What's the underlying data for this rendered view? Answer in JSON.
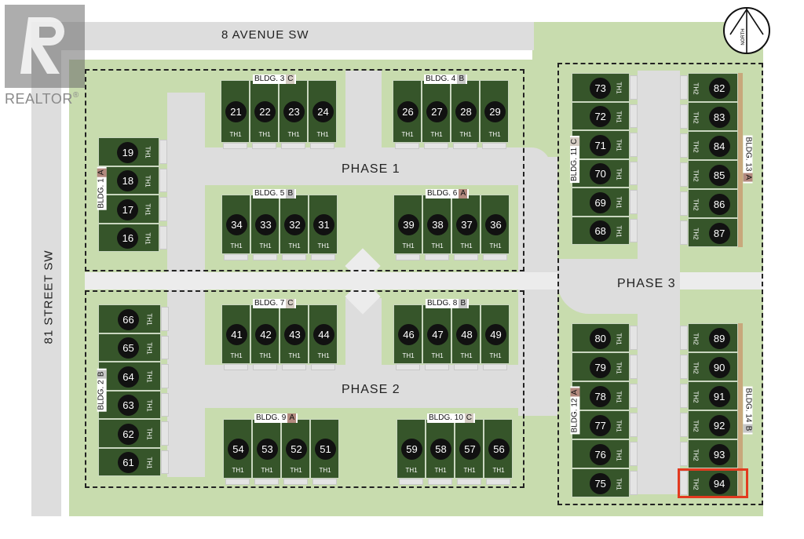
{
  "watermark": {
    "text": "REALTOR",
    "mark": "®"
  },
  "streets": {
    "north": "8 AVENUE SW",
    "west": "81 STREET SW"
  },
  "compass": {
    "label": "NORTH",
    "icon": "north-arrow-icon"
  },
  "phases": [
    "PHASE 1",
    "PHASE 2",
    "PHASE 3"
  ],
  "colors": {
    "unit": "#36552a",
    "grass": "#c8dcae",
    "road": "#dddddd",
    "highlight": "#e23a1f",
    "tag_A": "#b2897e",
    "tag_B": "#c7c7c7",
    "tag_C": "#d5ccc3"
  },
  "highlighted_unit": "94",
  "buildings": [
    {
      "id": "b3",
      "name": "BLDG. 3",
      "tag": "C",
      "type": "TH1",
      "units": [
        "21",
        "22",
        "23",
        "24"
      ]
    },
    {
      "id": "b4",
      "name": "BLDG. 4",
      "tag": "B",
      "type": "TH1",
      "units": [
        "26",
        "27",
        "28",
        "29"
      ]
    },
    {
      "id": "b1",
      "name": "BLDG. 1",
      "tag": "A",
      "type": "TH1",
      "units": [
        "19",
        "18",
        "17",
        "16"
      ]
    },
    {
      "id": "b5",
      "name": "BLDG. 5",
      "tag": "B",
      "type": "TH1",
      "units": [
        "34",
        "33",
        "32",
        "31"
      ]
    },
    {
      "id": "b6",
      "name": "BLDG. 6",
      "tag": "A",
      "type": "TH1",
      "units": [
        "39",
        "38",
        "37",
        "36"
      ]
    },
    {
      "id": "b7",
      "name": "BLDG. 7",
      "tag": "C",
      "type": "TH1",
      "units": [
        "41",
        "42",
        "43",
        "44"
      ]
    },
    {
      "id": "b8",
      "name": "BLDG. 8",
      "tag": "B",
      "type": "TH1",
      "units": [
        "46",
        "47",
        "48",
        "49"
      ]
    },
    {
      "id": "b2",
      "name": "BLDG. 2",
      "tag": "B",
      "type": "TH1",
      "units": [
        "66",
        "65",
        "64",
        "63",
        "62",
        "61"
      ]
    },
    {
      "id": "b9",
      "name": "BLDG. 9",
      "tag": "A",
      "type": "TH1",
      "units": [
        "54",
        "53",
        "52",
        "51"
      ]
    },
    {
      "id": "b10",
      "name": "BLDG. 10",
      "tag": "C",
      "type": "TH1",
      "units": [
        "59",
        "58",
        "57",
        "56"
      ]
    },
    {
      "id": "b11",
      "name": "BLDG. 11",
      "tag": "C",
      "type": "TH1",
      "units": [
        "73",
        "72",
        "71",
        "70",
        "69",
        "68"
      ]
    },
    {
      "id": "b13",
      "name": "BLDG. 13",
      "tag": "A",
      "type": "TH2",
      "units": [
        "82",
        "83",
        "84",
        "85",
        "86",
        "87"
      ]
    },
    {
      "id": "b12",
      "name": "BLDG. 12",
      "tag": "A",
      "type": "TH1",
      "units": [
        "80",
        "79",
        "78",
        "77",
        "76",
        "75"
      ]
    },
    {
      "id": "b14",
      "name": "BLDG. 14",
      "tag": "B",
      "type": "TH2",
      "units": [
        "89",
        "90",
        "91",
        "92",
        "93",
        "94"
      ]
    }
  ]
}
